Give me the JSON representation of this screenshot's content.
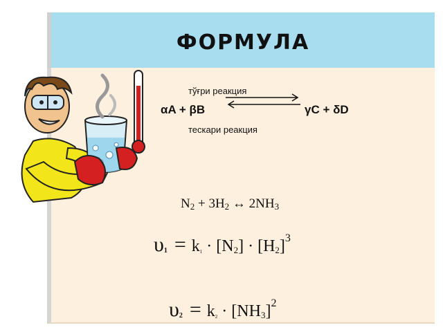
{
  "title": "ФОРМУЛА",
  "reaction": {
    "forward_label": "тўғри реакция",
    "reverse_label": "тескари реакция",
    "reactants": "αA + βB",
    "products": "γC + δD"
  },
  "ammonia_equation": {
    "n": "N",
    "n_sub": "2",
    "plus": " + 3H",
    "h_sub": "2",
    "arrow": " ↔ 2NH",
    "nh_sub": "3"
  },
  "rate1": {
    "symbol": "υ",
    "symbol_sub": "1",
    "equals": "=",
    "k": "k",
    "k_sub": "1",
    "mid1": " · [N",
    "sub1": "2",
    "mid2": "] · [H",
    "sub2": "2",
    "end": "]",
    "power": "3"
  },
  "rate2": {
    "symbol": "υ",
    "symbol_sub": "2",
    "equals": "=",
    "k": "k",
    "k_sub": "2",
    "mid1": " · [NH",
    "sub1": "3",
    "end": "]",
    "power": "2"
  },
  "colors": {
    "title_bar": "#a8dcef",
    "content_bg": "#fdf0de",
    "glove": "#d42020",
    "sweater": "#f2e61a"
  }
}
